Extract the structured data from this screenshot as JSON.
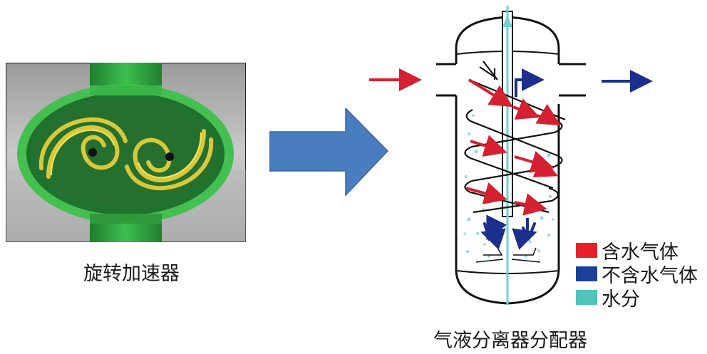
{
  "left_figure": {
    "caption": "旋转加速器"
  },
  "right_figure": {
    "caption": "气液分离器分配器"
  },
  "legend": [
    {
      "label": "含水气体",
      "color": "#e5222a",
      "icon": "red-swatch"
    },
    {
      "label": "不含水气体",
      "color": "#1c3f9a",
      "icon": "blue-swatch"
    },
    {
      "label": "水分",
      "color": "#4fc4b8",
      "icon": "teal-swatch"
    }
  ],
  "colors": {
    "wet_gas_arrow": "#d42030",
    "dry_gas_arrow": "#1c2f8c",
    "water": "#6fd1d2",
    "big_arrow": "#4a7cc0",
    "accelerator_green": "#35b347",
    "vane_yellow": "#d9c93a"
  }
}
